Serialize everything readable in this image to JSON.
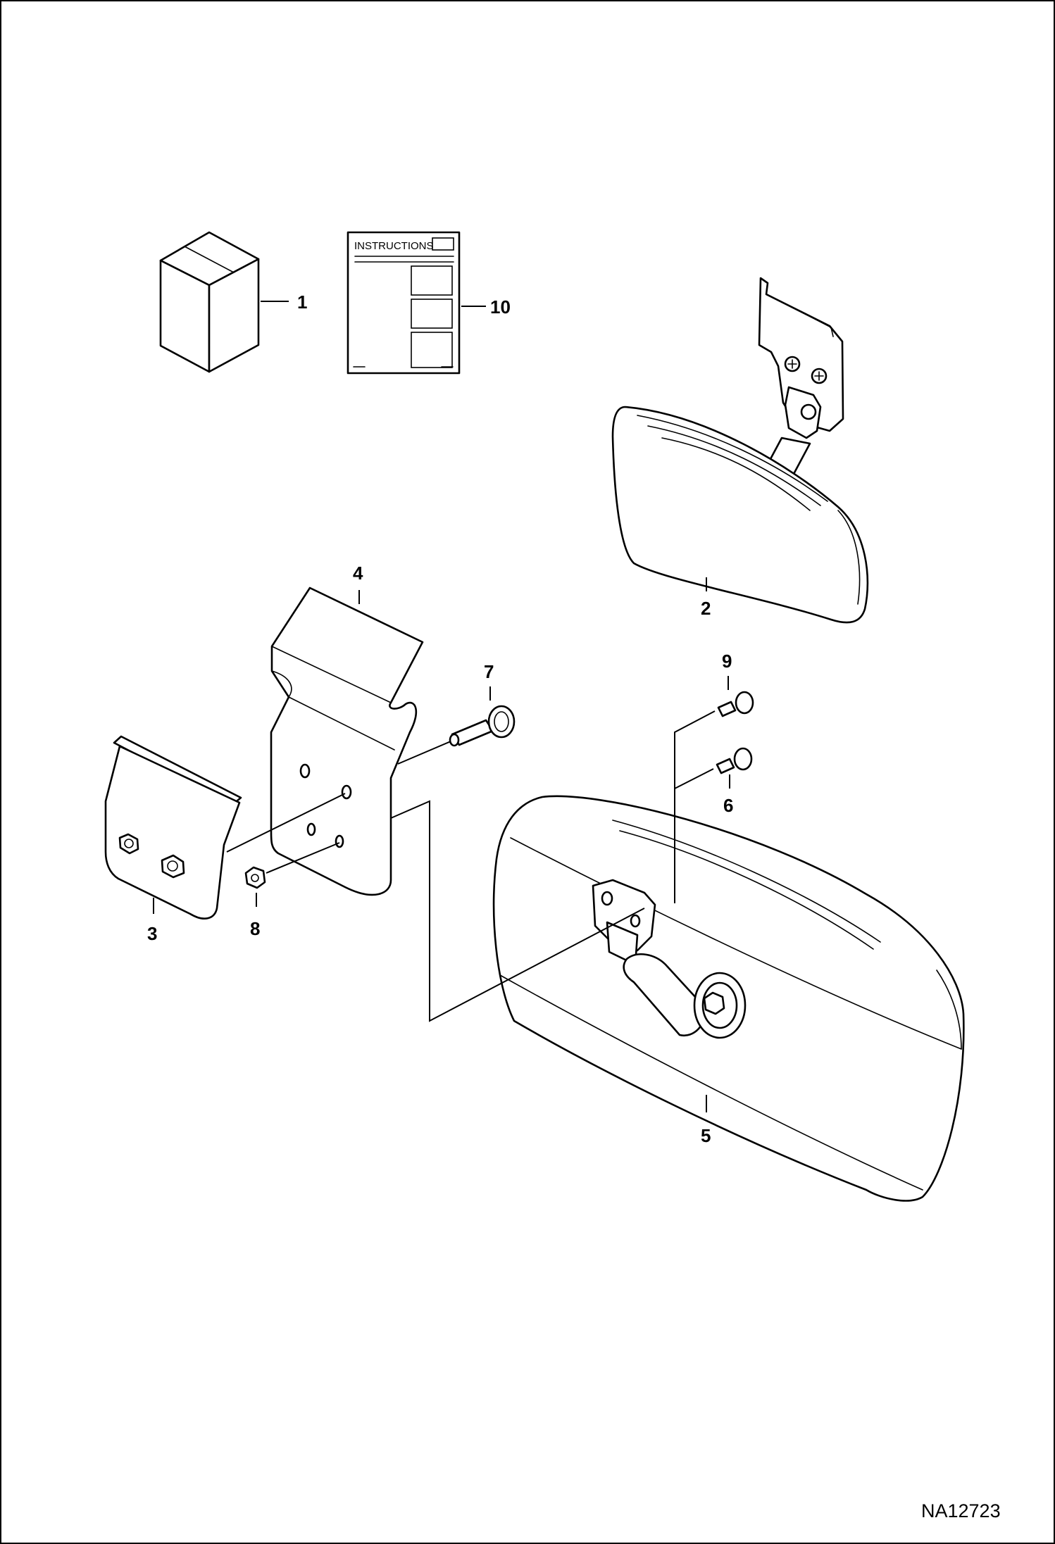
{
  "drawing_number": "NA12723",
  "instructions_heading": "INSTRUCTIONS",
  "callouts": [
    {
      "id": "c1",
      "label": "1"
    },
    {
      "id": "c10",
      "label": "10"
    },
    {
      "id": "c2",
      "label": "2"
    },
    {
      "id": "c4",
      "label": "4"
    },
    {
      "id": "c7",
      "label": "7"
    },
    {
      "id": "c9",
      "label": "9"
    },
    {
      "id": "c6",
      "label": "6"
    },
    {
      "id": "c3",
      "label": "3"
    },
    {
      "id": "c8",
      "label": "8"
    },
    {
      "id": "c5",
      "label": "5"
    }
  ]
}
